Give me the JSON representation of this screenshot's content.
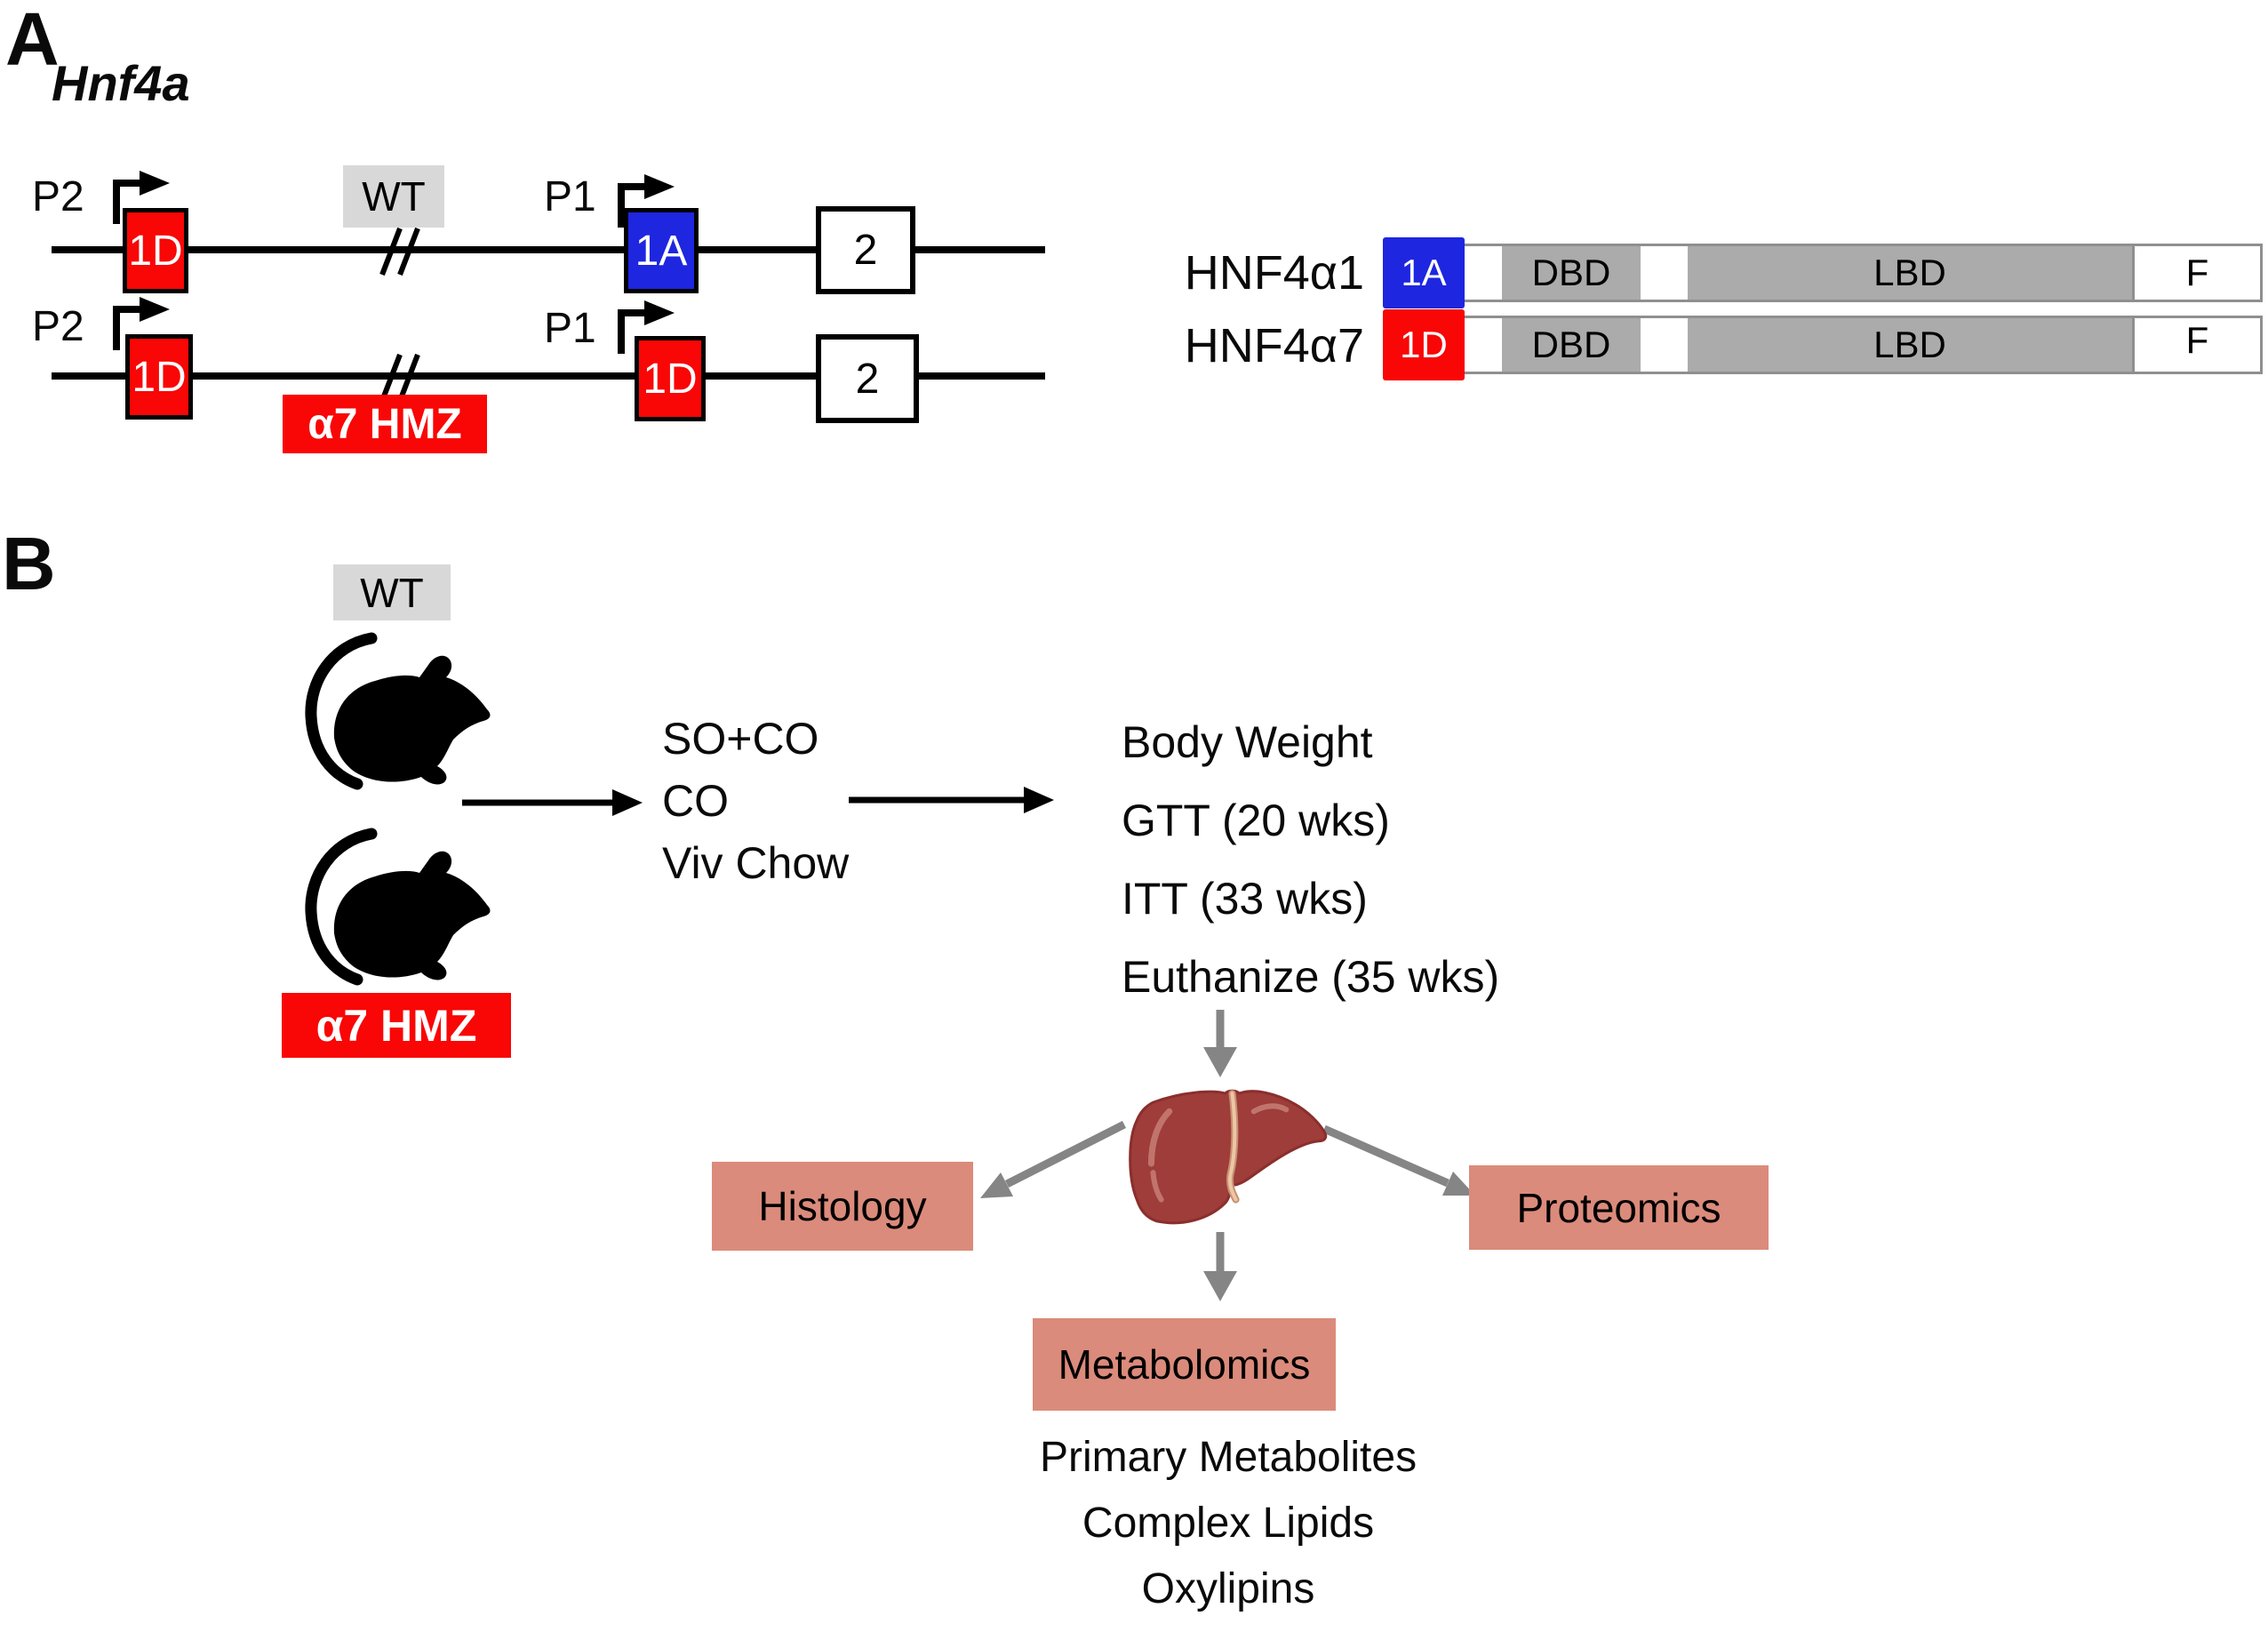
{
  "panel_a": {
    "label": "A",
    "gene": "Hnf4a",
    "rows": [
      {
        "promoter2": "P2",
        "promoter1": "P1",
        "exon_left": "1D",
        "exon_mid": "1A",
        "exon_right": "2",
        "badge": "WT"
      },
      {
        "promoter2": "P2",
        "promoter1": "P1",
        "exon_left": "1D",
        "exon_mid": "1D",
        "exon_right": "2",
        "badge": "α7 HMZ"
      }
    ],
    "proteins": [
      {
        "name": "HNF4α1",
        "lead": "1A",
        "dbd": "DBD",
        "lbd": "LBD",
        "f": "F"
      },
      {
        "name": "HNF4α7",
        "lead": "1D",
        "dbd": "DBD",
        "lbd": "LBD",
        "f": "F"
      }
    ]
  },
  "panel_b": {
    "label": "B",
    "wt_badge": "WT",
    "hmz_badge": "α7 HMZ",
    "diets": {
      "line1": "SO+CO",
      "line2": "CO",
      "line3": "Viv Chow"
    },
    "timeline": {
      "item1": "Body Weight",
      "item2": "GTT (20 wks)",
      "item3": "ITT (33 wks)",
      "item4": "Euthanize (35 wks)"
    },
    "outputs": {
      "left": "Histology",
      "right": "Proteomics",
      "bottom": "Metabolomics"
    },
    "metabolites": {
      "item1": "Primary Metabolites",
      "item2": "Complex Lipids",
      "item3": "Oxylipins"
    }
  },
  "colors": {
    "exon_red": "#F90606",
    "exon_blue": "#1E26E0",
    "badge_gray": "#D8D8D8",
    "protein_gray": "#ABABAB",
    "protein_border": "#8F8F8F",
    "output_salmon": "#DB8B7B",
    "arrow_gray": "#858585",
    "liver_main": "#9E3D39"
  }
}
